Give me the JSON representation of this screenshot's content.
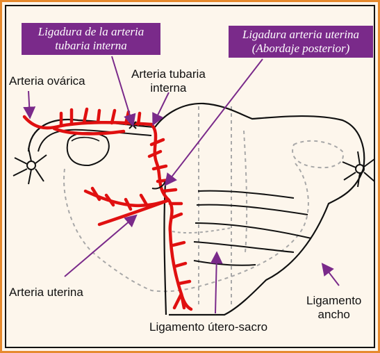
{
  "labels": {
    "ligadura_tubaria": [
      "Ligadura de la arteria",
      "tubaria interna"
    ],
    "ligadura_uterina": [
      "Ligadura arteria uterina",
      "(Abordaje posterior)"
    ],
    "arteria_ovarica": "Arteria ovárica",
    "arteria_tubaria": [
      "Arteria tubaria",
      "interna"
    ],
    "arteria_uterina": "Arteria uterina",
    "ligamento_utero_sacro": "Ligamento útero-sacro",
    "ligamento_ancho": [
      "Ligamento",
      "ancho"
    ]
  },
  "colors": {
    "frame": "#e68a2e",
    "background": "#fdf6ec",
    "label_box": "#7a2a8a",
    "arrow": "#7a2a8a",
    "artery": "#e01010",
    "outline": "#111111",
    "dashed": "#a8a8a8"
  }
}
